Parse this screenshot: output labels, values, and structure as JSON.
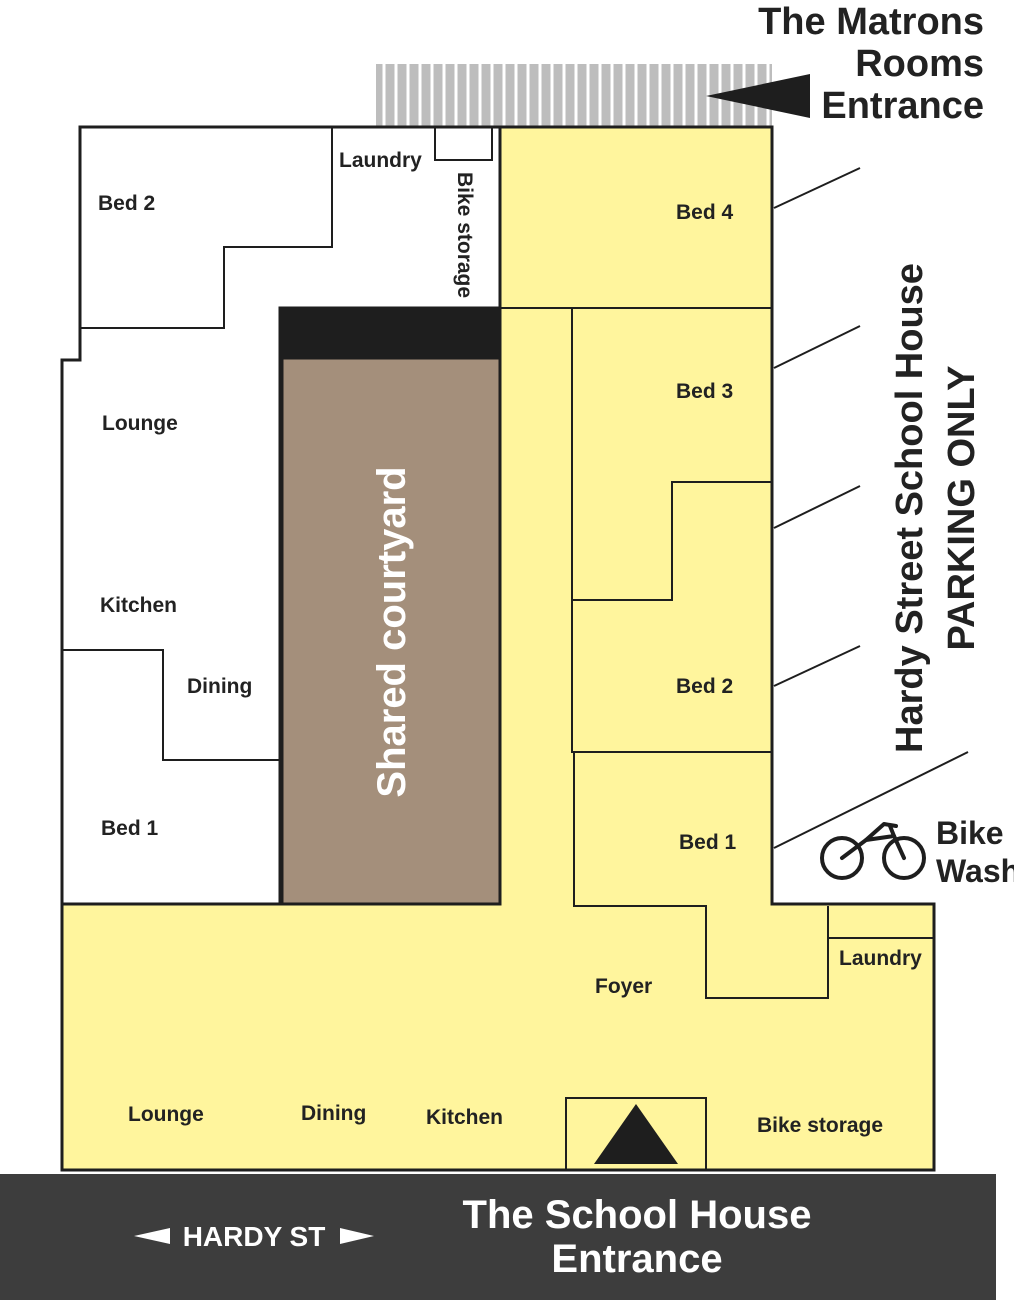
{
  "colors": {
    "school_house": "#FFF59D",
    "matrons": "#FFFFFF",
    "courtyard": "#A48F7B",
    "courtyard_bar": "#1E1E1E",
    "outline": "#1E1E1E",
    "road": "#3D3D3D",
    "road_text": "#FFFFFF",
    "stairs": "#BDBDBD"
  },
  "icons": {
    "matrons_arrow": "triangle-left-icon",
    "entrance_arrow": "triangle-up-icon",
    "bike": "bicycle-icon",
    "street_arrows": "double-arrow-icon"
  },
  "labels": {
    "matrons_entrance": [
      "The Matrons",
      "Rooms",
      "Entrance"
    ],
    "school_entrance": [
      "The School House",
      "Entrance"
    ],
    "street_name": "HARDY ST",
    "parking": [
      "Hardy Street School House",
      "PARKING ONLY"
    ],
    "bike_wash": [
      "Bike",
      "Wash"
    ],
    "courtyard": "Shared courtyard"
  },
  "matrons_rooms": {
    "bed2": "Bed 2",
    "laundry": "Laundry",
    "bike_storage": "Bike storage",
    "lounge": "Lounge",
    "kitchen": "Kitchen",
    "dining": "Dining",
    "bed1": "Bed 1"
  },
  "school_rooms": {
    "bed4": "Bed 4",
    "bed3": "Bed 3",
    "bed2": "Bed 2",
    "bed1": "Bed 1",
    "foyer": "Foyer",
    "laundry": "Laundry",
    "lounge": "Lounge",
    "dining": "Dining",
    "kitchen": "Kitchen",
    "bike_storage": "Bike storage"
  }
}
